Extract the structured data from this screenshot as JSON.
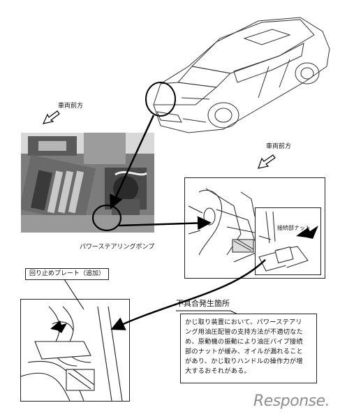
{
  "labels": {
    "vehicle_front_1": "車両前方",
    "vehicle_front_2": "車両前方",
    "pump_caption": "パワーステアリングポンプ",
    "nut_label": "接続部ナット",
    "stopper_plate": "回り止めプレート（追加）",
    "defect_location": "不具合発生箇所"
  },
  "note": {
    "lines": [
      "かじ取り装置において、パワーステアリ",
      "ング用油圧配管の支持方法が不適切なた",
      "め、原動機の振動により油圧パイプ接続",
      "部のナットが緩み、オイルが漏れること",
      "があり、かじ取りハンドルの操作力が増",
      "大するおそれがある。"
    ]
  },
  "watermark": {
    "brand": "Response."
  }
}
